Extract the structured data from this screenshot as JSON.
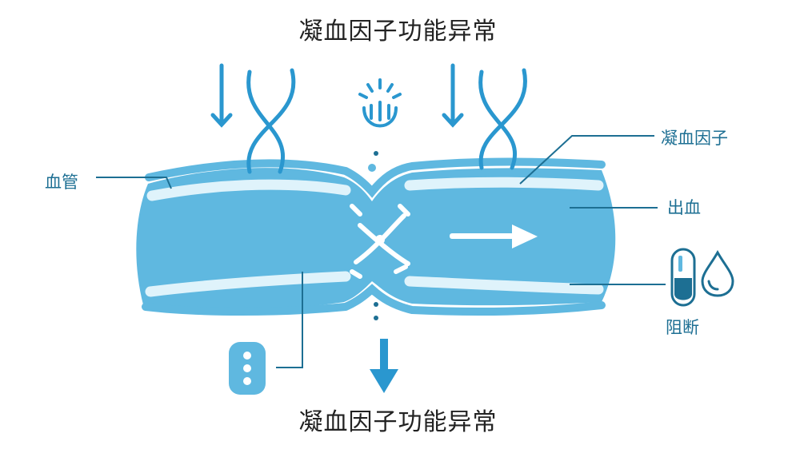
{
  "diagram": {
    "title_top": "凝血因子功能异常",
    "title_bottom": "凝血因子功能异常",
    "labels": {
      "vessel": "血管",
      "clotting_factor": "凝血因子",
      "bleeding": "出血",
      "block": "阻断"
    },
    "icons": [
      "down-arrow-icon",
      "dna-strand-icon",
      "burst-icon",
      "pill-capsule-icon",
      "droplet-icon",
      "flow-arrow-icon"
    ],
    "colors": {
      "vessel_fill": "#5fb8e0",
      "vessel_highlight": "#dff3fb",
      "line": "#1d6f93",
      "accent": "#2a97cf",
      "text": "#222222"
    }
  }
}
